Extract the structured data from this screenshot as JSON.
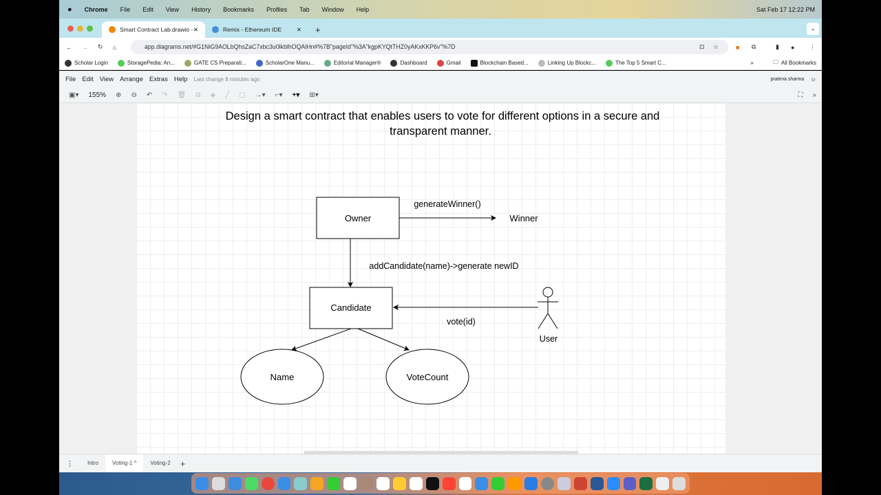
{
  "menubar": {
    "app": "Chrome",
    "items": [
      "File",
      "Edit",
      "View",
      "History",
      "Bookmarks",
      "Profiles",
      "Tab",
      "Window",
      "Help"
    ],
    "clock": "Sat Feb 17  12:22 PM"
  },
  "tabs": [
    {
      "label": "Smart Contract Lab.drawio -",
      "active": true
    },
    {
      "label": "Remix - Ethereum IDE",
      "active": false
    }
  ],
  "address": {
    "url": "app.diagrams.net/#G1NiG9AOLbQhsZaC7xbc3u0lkblhOQAlHn#%7B\"pageId\"%3A\"kgpKYQtTHZ0yAKxKKP6v\"%7D"
  },
  "bookmarks": [
    "Scholar Login",
    "StoragePedia: An...",
    "GATE CS Preparati...",
    "ScholarOne Manu...",
    "Editorial Manager®",
    "Dashboard",
    "Gmail",
    "Blockchain Based...",
    "Linking Up Blockc...",
    "The Top 5 Smart C..."
  ],
  "all_bookmarks": "All Bookmarks",
  "drawio": {
    "menu": [
      "File",
      "Edit",
      "View",
      "Arrange",
      "Extras",
      "Help"
    ],
    "last_change": "Last change 8 minutes ago",
    "user": "pratima sharma",
    "zoom": "155%"
  },
  "diagram": {
    "title_line1": "Design a smart contract that enables users to vote for different options in a secure and",
    "title_line2": "transparent manner.",
    "owner": "Owner",
    "winner": "Winner",
    "generate": "generateWinner()",
    "add": "addCandidate(name)->generate newID",
    "candidate": "Candidate",
    "vote": "vote(id)",
    "user": "User",
    "name": "Name",
    "votecount": "VoteCount"
  },
  "pages": [
    {
      "label": "Intro"
    },
    {
      "label": "Voting-1 ^",
      "active": true
    },
    {
      "label": "Voting-2"
    }
  ]
}
